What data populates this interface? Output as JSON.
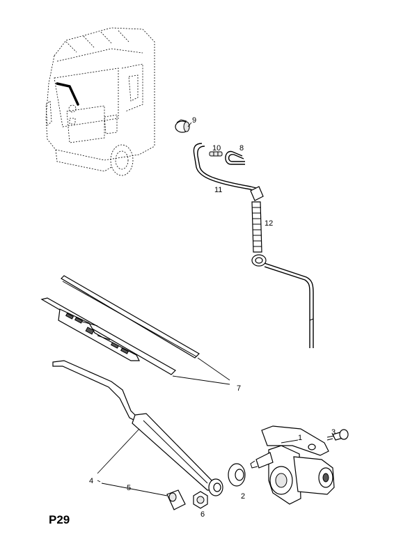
{
  "page_code": "P29",
  "callouts": [
    {
      "id": "c1",
      "text": "1"
    },
    {
      "id": "c2",
      "text": "2"
    },
    {
      "id": "c3",
      "text": "3"
    },
    {
      "id": "c4",
      "text": "4"
    },
    {
      "id": "c5",
      "text": "5"
    },
    {
      "id": "c6",
      "text": "6"
    },
    {
      "id": "c7",
      "text": "7"
    },
    {
      "id": "c8",
      "text": "8"
    },
    {
      "id": "c9",
      "text": "9"
    },
    {
      "id": "c10",
      "text": "10"
    },
    {
      "id": "c11",
      "text": "11"
    },
    {
      "id": "c12",
      "text": "12"
    }
  ]
}
